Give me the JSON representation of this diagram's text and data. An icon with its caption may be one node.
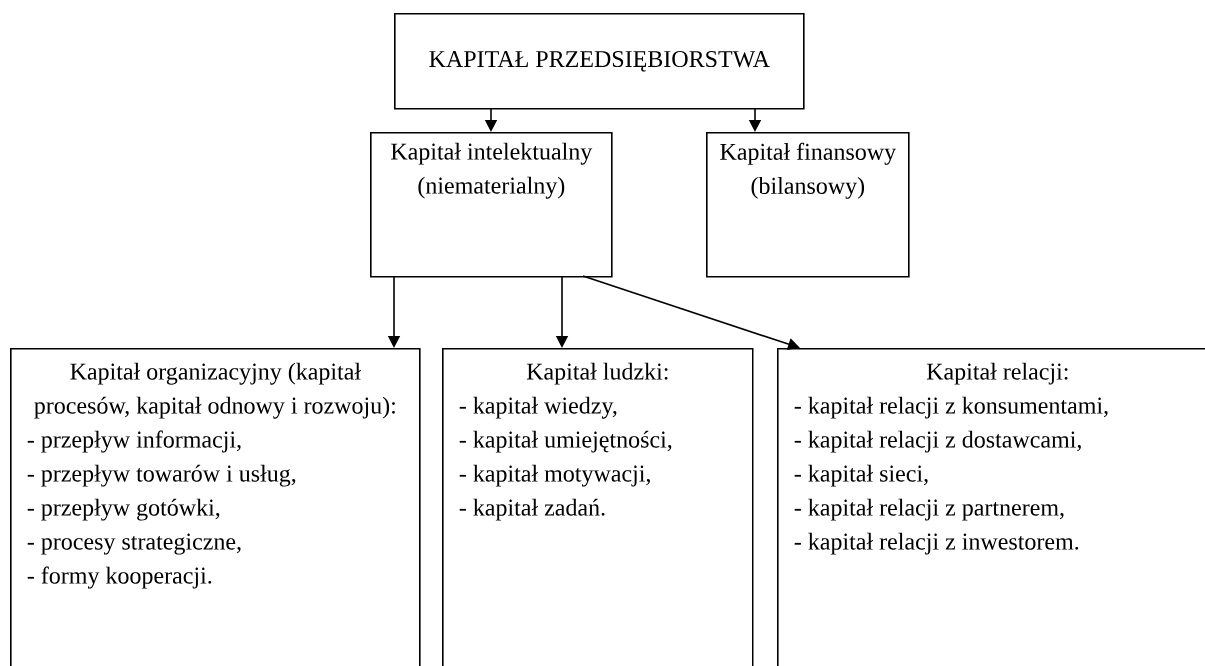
{
  "diagram": {
    "nodes": [
      {
        "text": [
          "KAPITAŁ PRZEDSIĘBIORSTWA"
        ]
      },
      {
        "text": [
          "Kapitał intelektualny (niematerialny)"
        ]
      },
      {
        "text": [
          "Kapitał finansowy (bilansowy)"
        ]
      },
      {
        "text": [
          "Kapitał organizacyjny (kapitał procesów, kapitał odnowy i rozwoju):",
          "- przepływ informacji,",
          "- przepływ towarów i usług,",
          "- przepływ gotówki,",
          "- procesy strategiczne,",
          "- formy kooperacji."
        ]
      },
      {
        "text": [
          "Kapitał ludzki:",
          "- kapitał wiedzy,",
          "- kapitał umiejętności,",
          "- kapitał motywacji,",
          "- kapitał zadań."
        ]
      },
      {
        "text": [
          "Kapitał relacji:",
          "- kapitał relacji z konsumentami,",
          "- kapitał relacji z dostawcami,",
          "- kapitał sieci,",
          "- kapitał relacji z partnerem,",
          "- kapitał relacji z inwestorem."
        ]
      }
    ],
    "edges": [
      {
        "from": 0,
        "to": 1,
        "arrow": "to"
      },
      {
        "from": 0,
        "to": 2,
        "arrow": "to"
      },
      {
        "from": 1,
        "to": 3,
        "arrow": "to"
      },
      {
        "from": 1,
        "to": 4,
        "arrow": "to"
      },
      {
        "from": 1,
        "to": 5,
        "arrow": "to"
      }
    ]
  }
}
